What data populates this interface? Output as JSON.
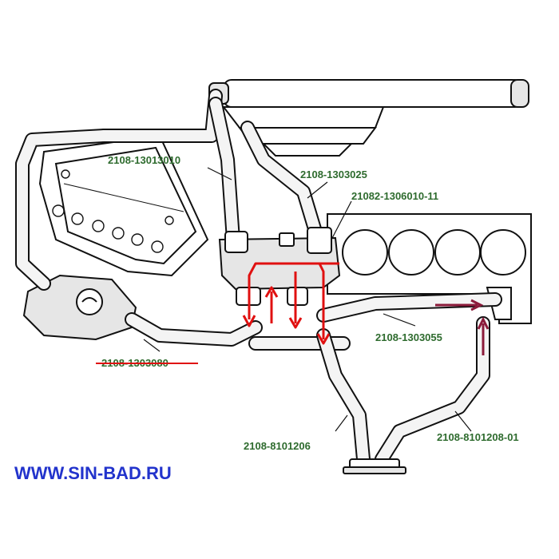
{
  "labels": {
    "hose_upper_left": "2108-13013010",
    "hose_upper_mid": "2108-1303025",
    "thermostat": "21082-1306010-11",
    "hose_return": "2108-1303055",
    "hose_tank": "2108-1303080",
    "heater_hose_1": "2108-8101206",
    "heater_hose_2": "2108-8101208-01"
  },
  "website": "WWW.SIN-BAD.RU",
  "colors": {
    "label_text": "#2e6b2e",
    "website_text": "#2233cc",
    "flow_arrow": "#e01010",
    "return_arrow": "#8b1a3a",
    "strike": "#e01010"
  },
  "icons": [
    "battery-warning-icon",
    "coolant-flow-arrow-icon",
    "return-flow-arrow-icon"
  ]
}
